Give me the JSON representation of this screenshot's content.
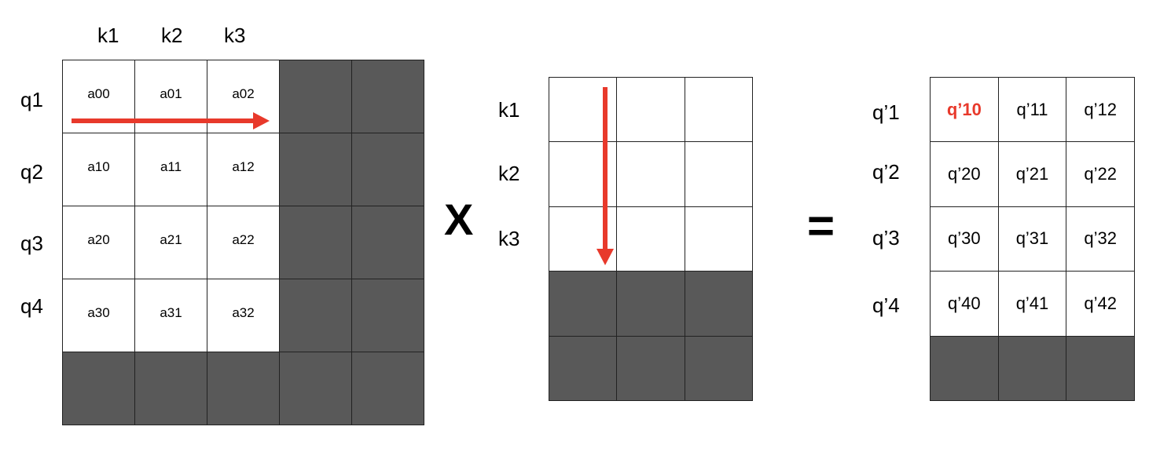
{
  "colors": {
    "arrow": "#e8392b",
    "highlight": "#e8392b",
    "masked": "#595959",
    "border": "#222222"
  },
  "matrix_a": {
    "col_labels": [
      "k1",
      "k2",
      "k3"
    ],
    "row_labels": [
      "q1",
      "q2",
      "q3",
      "q4"
    ],
    "cells": [
      [
        "a00",
        "a01",
        "a02"
      ],
      [
        "a10",
        "a11",
        "a12"
      ],
      [
        "a20",
        "a21",
        "a22"
      ],
      [
        "a30",
        "a31",
        "a32"
      ]
    ]
  },
  "operator_multiply": "X",
  "matrix_b": {
    "row_labels": [
      "k1",
      "k2",
      "k3"
    ]
  },
  "operator_equals": "=",
  "matrix_c": {
    "row_labels": [
      "q’1",
      "q’2",
      "q’3",
      "q’4"
    ],
    "cells": [
      [
        "q’10",
        "q’11",
        "q’12"
      ],
      [
        "q’20",
        "q’21",
        "q’22"
      ],
      [
        "q’30",
        "q’31",
        "q’32"
      ],
      [
        "q’40",
        "q’41",
        "q’42"
      ]
    ],
    "highlighted_cell": "q’10"
  }
}
